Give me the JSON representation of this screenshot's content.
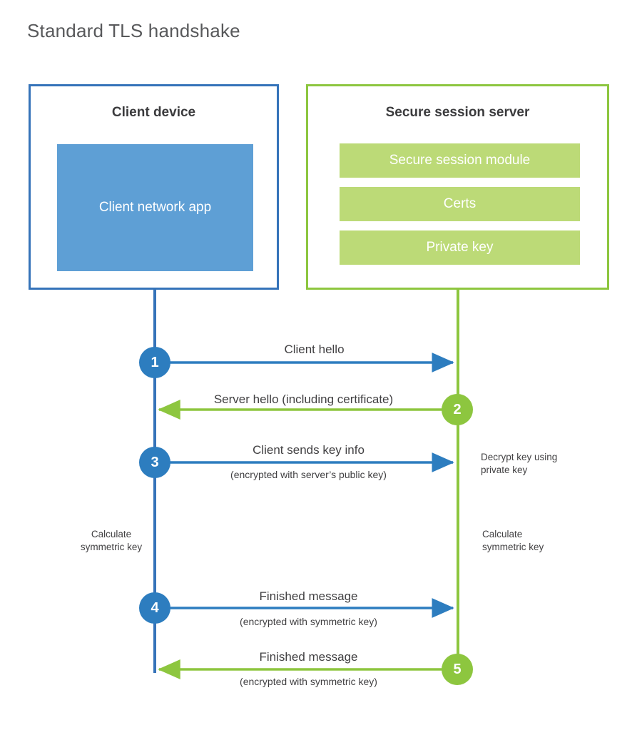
{
  "title": "Standard TLS handshake",
  "participants": {
    "client": {
      "title": "Client device",
      "app_label": "Client network app",
      "border_color": "#3573b9",
      "app_fill_color": "#5e9fd5"
    },
    "server": {
      "title": "Secure session server",
      "border_color": "#8dc63f",
      "bar_fill_color": "#bcda77",
      "bars": [
        {
          "label": "Secure session module"
        },
        {
          "label": "Certs"
        },
        {
          "label": "Private key"
        }
      ]
    }
  },
  "colors": {
    "blue_accent": "#2d7dbf",
    "green_accent": "#8dc63f",
    "text": "#414042",
    "title_text": "#58595b"
  },
  "steps": [
    {
      "number": "1",
      "color": "blue",
      "direction": "client-to-server",
      "label": "Client hello",
      "sublabel": ""
    },
    {
      "number": "2",
      "color": "green",
      "direction": "server-to-client",
      "label": "Server hello (including certificate)",
      "sublabel": ""
    },
    {
      "number": "3",
      "color": "blue",
      "direction": "client-to-server",
      "label": "Client sends key info",
      "sublabel": "(encrypted with server’s public key)"
    },
    {
      "number": "4",
      "color": "blue",
      "direction": "client-to-server",
      "label": "Finished message",
      "sublabel": "(encrypted with symmetric key)"
    },
    {
      "number": "5",
      "color": "green",
      "direction": "server-to-client",
      "label": "Finished message",
      "sublabel": "(encrypted with symmetric key)"
    }
  ],
  "notes": {
    "decrypt_key": "Decrypt key using\nprivate key",
    "decrypt_key_line1": "Decrypt key using",
    "decrypt_key_line2": "private key",
    "client_calc_line1": "Calculate",
    "client_calc_line2": "symmetric key",
    "server_calc_line1": "Calculate",
    "server_calc_line2": "symmetric key"
  }
}
